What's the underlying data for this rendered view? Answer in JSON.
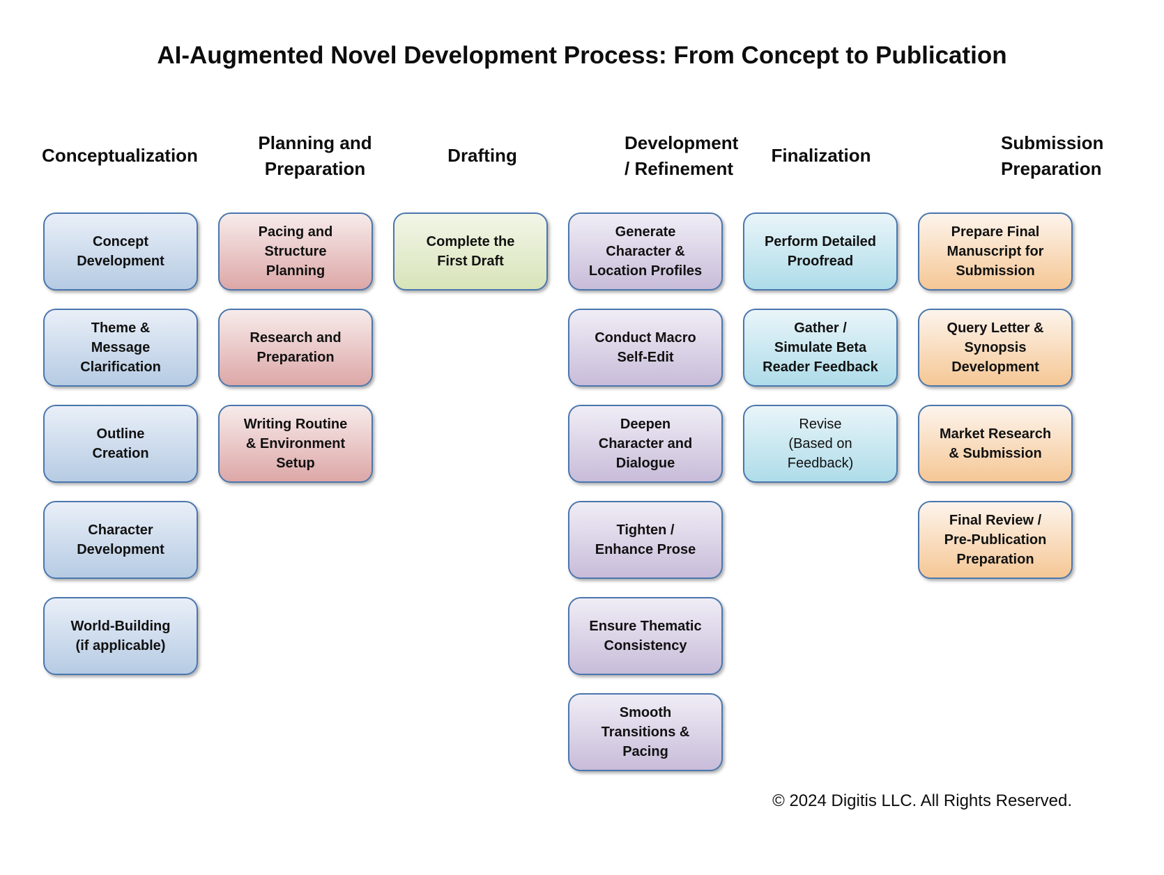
{
  "title": "AI-Augmented Novel Development Process: From Concept to Publication",
  "footer": "© 2024 Digitis LLC. All Rights Reserved.",
  "columns": [
    {
      "id": "conceptualization",
      "header": "Conceptualization",
      "colors": {
        "top": "#e9eff8",
        "bottom": "#b6cbe3",
        "border": "#4a76ad"
      },
      "boxes": [
        {
          "label": "Concept\nDevelopment"
        },
        {
          "label": "Theme &\nMessage\nClarification"
        },
        {
          "label": "Outline\nCreation"
        },
        {
          "label": "Character\nDevelopment"
        },
        {
          "label": "World-Building\n(if applicable)"
        }
      ]
    },
    {
      "id": "planning-preparation",
      "header": "Planning and\nPreparation",
      "colors": {
        "top": "#f7ebeb",
        "bottom": "#dda7a7",
        "border": "#4a76ad"
      },
      "boxes": [
        {
          "label": "Pacing and\nStructure\nPlanning"
        },
        {
          "label": "Research and\nPreparation"
        },
        {
          "label": "Writing Routine\n&  Environment\nSetup"
        }
      ]
    },
    {
      "id": "drafting",
      "header": "Drafting",
      "colors": {
        "top": "#f2f6e8",
        "bottom": "#d8e4b9",
        "border": "#4a76ad"
      },
      "boxes": [
        {
          "label": "Complete the\nFirst Draft"
        }
      ]
    },
    {
      "id": "development-refinement",
      "header": "Development\n/ Refinement",
      "colors": {
        "top": "#f0edf6",
        "bottom": "#c8bcd9",
        "border": "#4a76ad"
      },
      "boxes": [
        {
          "label": "Generate\nCharacter &\nLocation Profiles"
        },
        {
          "label": "Conduct Macro\nSelf-Edit"
        },
        {
          "label": "Deepen\nCharacter and\nDialogue"
        },
        {
          "label": "Tighten /\nEnhance Prose"
        },
        {
          "label": "Ensure Thematic\nConsistency"
        },
        {
          "label": "Smooth\nTransitions &\nPacing"
        }
      ]
    },
    {
      "id": "finalization",
      "header": "Finalization",
      "colors": {
        "top": "#e9f5f9",
        "bottom": "#aedce9",
        "border": "#4a76ad"
      },
      "boxes": [
        {
          "label": "Perform Detailed\nProofread"
        },
        {
          "label": "Gather /\nSimulate Beta\nReader Feedback"
        },
        {
          "label": "Revise\n(Based on\nFeedback)",
          "bold": false
        }
      ]
    },
    {
      "id": "submission-preparation",
      "header": "Submission\nPreparation",
      "colors": {
        "top": "#fdf4ec",
        "bottom": "#f5c795",
        "border": "#4a76ad"
      },
      "boxes": [
        {
          "label": "Prepare Final\nManuscript for\nSubmission"
        },
        {
          "label": "Query Letter &\nSynopsis\nDevelopment"
        },
        {
          "label": "Market Research\n& Submission"
        },
        {
          "label": "Final Review /\nPre-Publication\nPreparation"
        }
      ]
    }
  ]
}
